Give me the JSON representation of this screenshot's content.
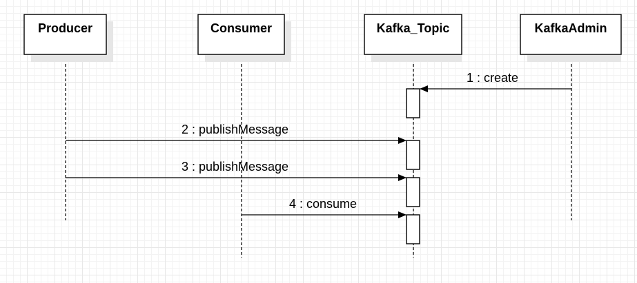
{
  "diagram": {
    "participants": [
      {
        "id": "producer",
        "label": "Producer"
      },
      {
        "id": "consumer",
        "label": "Consumer"
      },
      {
        "id": "kafka_topic",
        "label": "Kafka_Topic"
      },
      {
        "id": "kafkaadmin",
        "label": "KafkaAdmin"
      }
    ],
    "messages": [
      {
        "from": "kafkaadmin",
        "to": "kafka_topic",
        "label": "1 : create"
      },
      {
        "from": "producer",
        "to": "kafka_topic",
        "label": "2 : publishMessage"
      },
      {
        "from": "producer",
        "to": "kafka_topic",
        "label": "3 : publishMessage"
      },
      {
        "from": "consumer",
        "to": "kafka_topic",
        "label": "4 : consume"
      }
    ]
  },
  "colors": {
    "line": "#000000",
    "box_fill": "#ffffff",
    "shadow": "#e6e6e6",
    "grid_major": "#e8e8e8",
    "grid_minor": "#f3f3f3"
  }
}
